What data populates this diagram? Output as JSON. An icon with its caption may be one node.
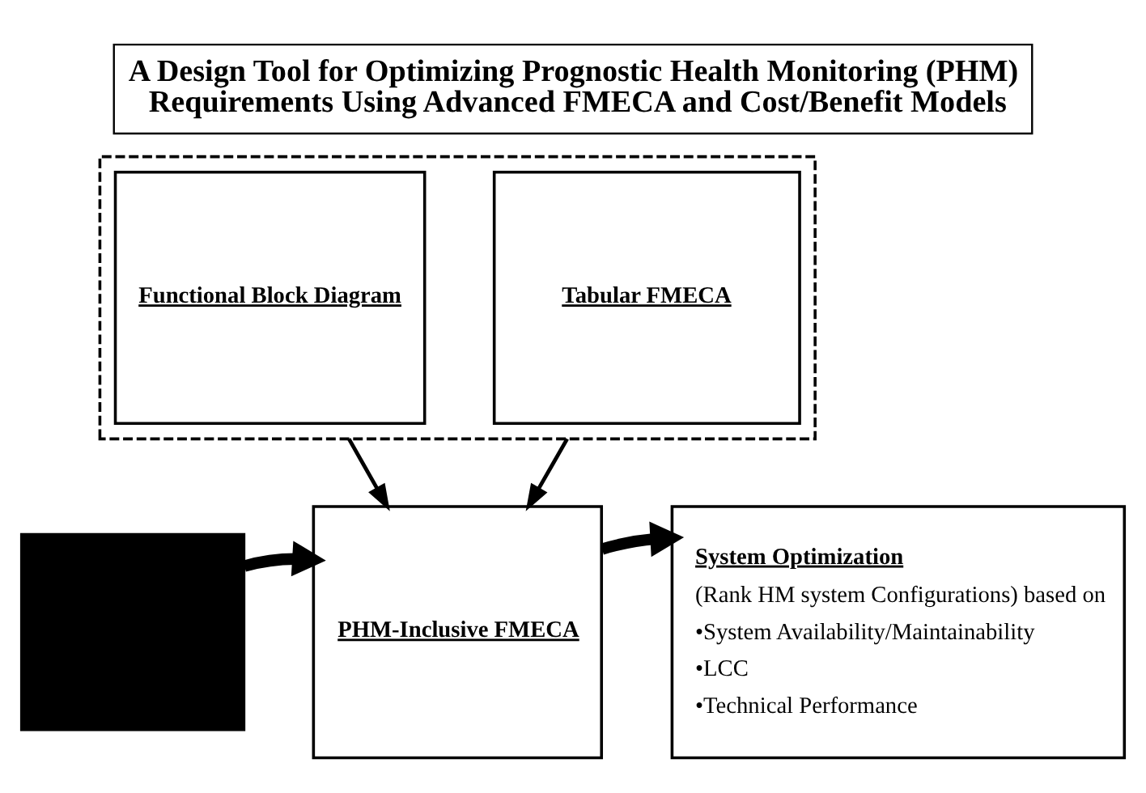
{
  "diagram": {
    "title": "A Design Tool for Optimizing Prognostic Health Monitoring (PHM) Requirements Using Advanced FMECA and Cost/Benefit Models",
    "nodes": [
      {
        "text": [],
        "shape": "box"
      },
      {
        "text": [
          "Functional Block Diagram"
        ],
        "in": 0
      },
      {
        "text": [
          "Tabular FMECA"
        ],
        "in": 0
      },
      {
        "text": [],
        "shape": "box"
      },
      {
        "text": [
          "PHM-Inclusive FMECA"
        ]
      },
      {
        "text": [
          "System Optimization",
          "(Rank HM system Configurations) based on",
          "•System Availability/Maintainability",
          "•LCC",
          "•Technical Performance"
        ]
      }
    ],
    "edges": [
      {
        "from": 0,
        "to": 4,
        "arrow": "to"
      },
      {
        "from": 0,
        "to": 4,
        "arrow": "to"
      },
      {
        "from": 3,
        "to": 4,
        "arrow": "to",
        "style": "thick"
      },
      {
        "from": 4,
        "to": 5,
        "arrow": "to",
        "style": "thick"
      }
    ]
  }
}
